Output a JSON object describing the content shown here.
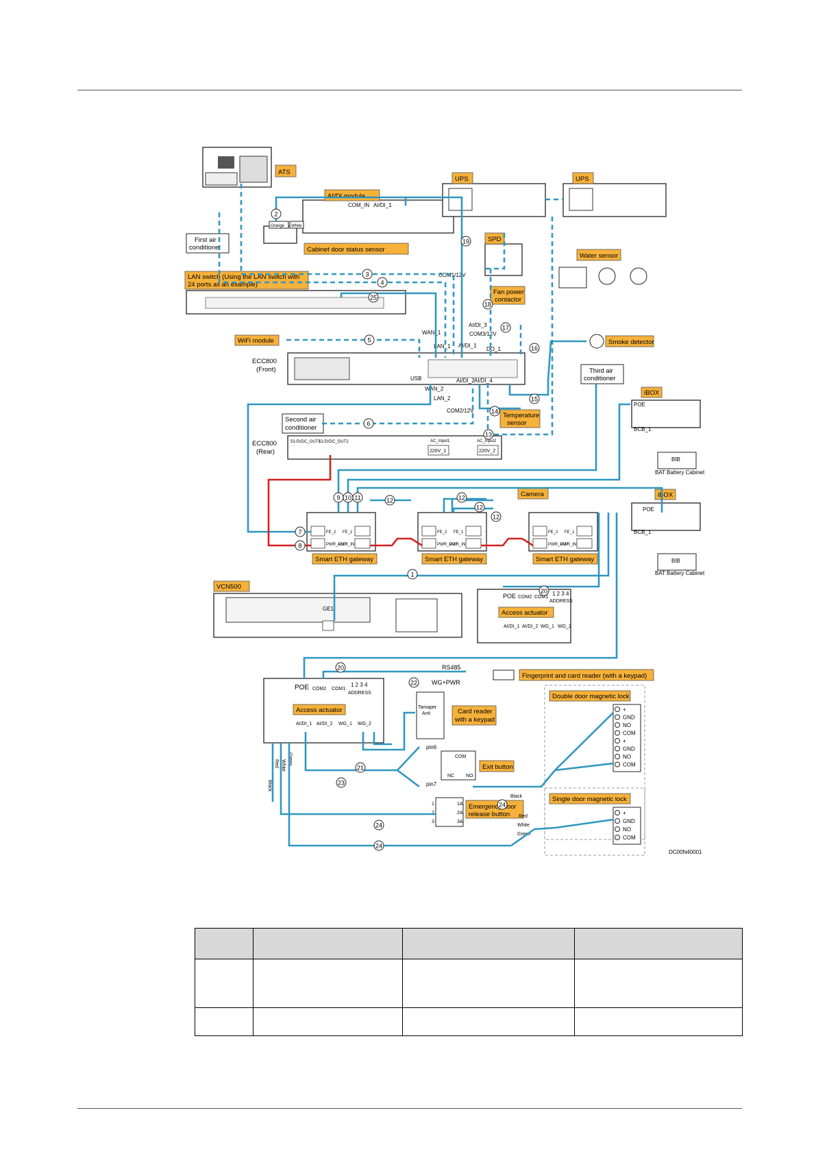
{
  "labels": {
    "ats": "ATS",
    "aidi_module": "AI/DI module",
    "ups1": "UPS",
    "ups2": "UPS",
    "spd": "SPD",
    "water_sensor": "Water sensor",
    "cabinet_door": "Cabinet door status sensor",
    "first_air": [
      "First air",
      "conditioner"
    ],
    "lan_switch": [
      "LAN switch (Using the LAN switch with",
      "24 ports as an example)"
    ],
    "fan_contactor": [
      "Fan power",
      "contactor"
    ],
    "wifi": "WiFi module",
    "smoke": "Smoke detector",
    "ecc_front": [
      "ECC800",
      "(Front)"
    ],
    "third_air": [
      "Third air",
      "conditioner"
    ],
    "ibox1": "iBOX",
    "ibox2": "iBOX",
    "second_air": [
      "Second air",
      "conditioner"
    ],
    "temp_sensor": [
      "Temperature",
      "sensor"
    ],
    "ecc_rear": [
      "ECC800",
      "(Rear)"
    ],
    "camera": "Camera",
    "bat1": "BAT Battery Cabinet",
    "bat2": "BAT Battery Cabinet",
    "gateway1": "Smart ETH gateway",
    "gateway2": "Smart ETH gateway",
    "gateway3": "Smart ETH gateway",
    "vcn": "VCN500",
    "access_act1": "Access actuator",
    "access_act2": "Access actuator",
    "fingerprint": "Fingerprint and card reader (with a keypad)",
    "double_lock": "Double door magnetic lock",
    "card_reader": [
      "Card reader",
      "with a keypad"
    ],
    "exit_button": "Exit button",
    "emergency": [
      "Emergency door",
      "release button"
    ],
    "single_lock": "Single door magnetic lock",
    "drawing_code": "DC00N40001"
  },
  "ports": {
    "orange": "Orange",
    "white": "White",
    "com_in": "COM_IN",
    "aidi1": "AI/DI_1",
    "com1_12v": "COM1/12V",
    "com3_12v": "COM3/12V",
    "com2_12v": "COM2/12V",
    "wan1": "WAN_1",
    "wan2": "WAN_2",
    "lan1": "LAN_1",
    "lan2": "LAN_2",
    "aidi_3": "AI/DI_3",
    "aidi_1b": "AI/DI_1",
    "aidi_2": "AI/DI_2",
    "aidi_4": "AI/DI_4",
    "do1": "DO_1",
    "usb": "USB",
    "dc_out1": "53.5VDC_OUT1",
    "dc_out2": "53.5VDC_OUT2",
    "ac_in1": "AC_Input1",
    "ac_in2": "AC_Input2",
    "v220_1": "220V_1",
    "v220_2": "220V_2",
    "poe": "POE",
    "bcb1": "BCB_1",
    "bib": "BIB",
    "fe2": "FE_2",
    "fe1": "FE_1",
    "pwr_out": "PWR_OUT",
    "pwr_in": "PWR_IN",
    "ge1": "GE1",
    "com2": "COM2",
    "com1": "COM1",
    "address": "ADDRESS",
    "dip": "1 2 3 4",
    "wg1": "WG_1",
    "wg2": "WG_2",
    "aidi1c": "AI/DI_1",
    "aidi2c": "AI/DI_2",
    "rs485": "RS485",
    "wgpwr": "WG+PWR",
    "tamper": [
      "Tamaper",
      "Anti"
    ],
    "pin6": "pin6",
    "pin7": "pin7",
    "nc": "NC",
    "no": "NO",
    "com": "COM",
    "lock_terms": [
      "+",
      "GND",
      "NO",
      "COM",
      "+",
      "GND",
      "NO",
      "COM"
    ],
    "single_terms": [
      "+",
      "GND",
      "NO",
      "COM"
    ],
    "wire_black": "Black",
    "wire_red": "Red",
    "wire_white": "White",
    "wire_green": "Green",
    "em_terms": [
      "1",
      "2",
      "3",
      "1A",
      "2A",
      "3A"
    ]
  },
  "callouts": [
    "1",
    "2",
    "3",
    "4",
    "5",
    "6",
    "7",
    "8",
    "9",
    "10",
    "11",
    "12",
    "13",
    "14",
    "15",
    "16",
    "17",
    "18",
    "19",
    "20",
    "21",
    "22",
    "23",
    "24",
    "25"
  ],
  "table": {
    "headers": [
      "",
      "",
      "",
      ""
    ],
    "rows": [
      [
        "",
        "",
        "",
        ""
      ],
      [
        "",
        "",
        "",
        ""
      ]
    ]
  },
  "colors": {
    "cable": "#2e97c0",
    "power": "#d42020",
    "label_bg": "#f6b13a"
  }
}
